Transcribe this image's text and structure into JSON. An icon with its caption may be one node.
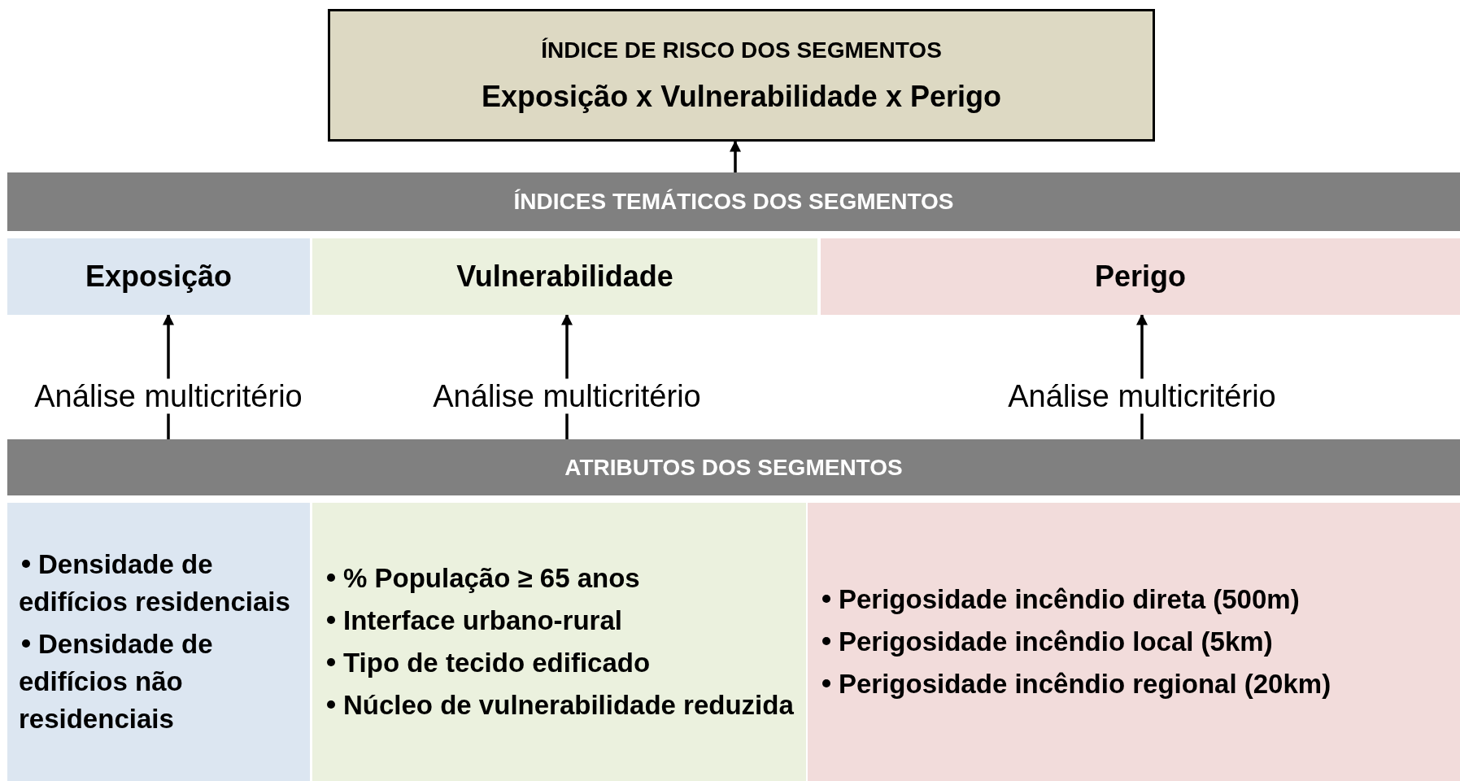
{
  "diagram": {
    "nodes": [
      {
        "text": [
          "ÍNDICE DE RISCO DOS SEGMENTOS",
          "Exposição x Vulnerabilidade x Perigo"
        ]
      },
      {
        "text": [
          "ÍNDICES TEMÁTICOS DOS SEGMENTOS"
        ]
      },
      {
        "text": [
          "Exposição"
        ]
      },
      {
        "text": [
          "Vulnerabilidade"
        ]
      },
      {
        "text": [
          "Perigo"
        ]
      },
      {
        "text": [
          "ATRIBUTOS DOS SEGMENTOS"
        ]
      },
      {
        "text": [
          "Densidade de edifícios residenciais",
          "Densidade de edifícios não residenciais"
        ]
      },
      {
        "text": [
          "% População ≥ 65 anos",
          "Interface urbano-rural",
          "Tipo de tecido edificado",
          "Núcleo de vulnerabilidade reduzida"
        ]
      },
      {
        "text": [
          "Perigosidade incêndio direta (500m)",
          "Perigosidade incêndio local (5km)",
          "Perigosidade incêndio regional (20km)"
        ]
      }
    ],
    "edges": [
      {
        "from": 1,
        "to": 0,
        "arrow": "to"
      },
      {
        "from": 5,
        "to": 2,
        "arrow": "to",
        "label": "Análise multicritério"
      },
      {
        "from": 5,
        "to": 3,
        "arrow": "to",
        "label": "Análise multicritério"
      },
      {
        "from": 5,
        "to": 4,
        "arrow": "to",
        "label": "Análise multicritério"
      }
    ]
  }
}
